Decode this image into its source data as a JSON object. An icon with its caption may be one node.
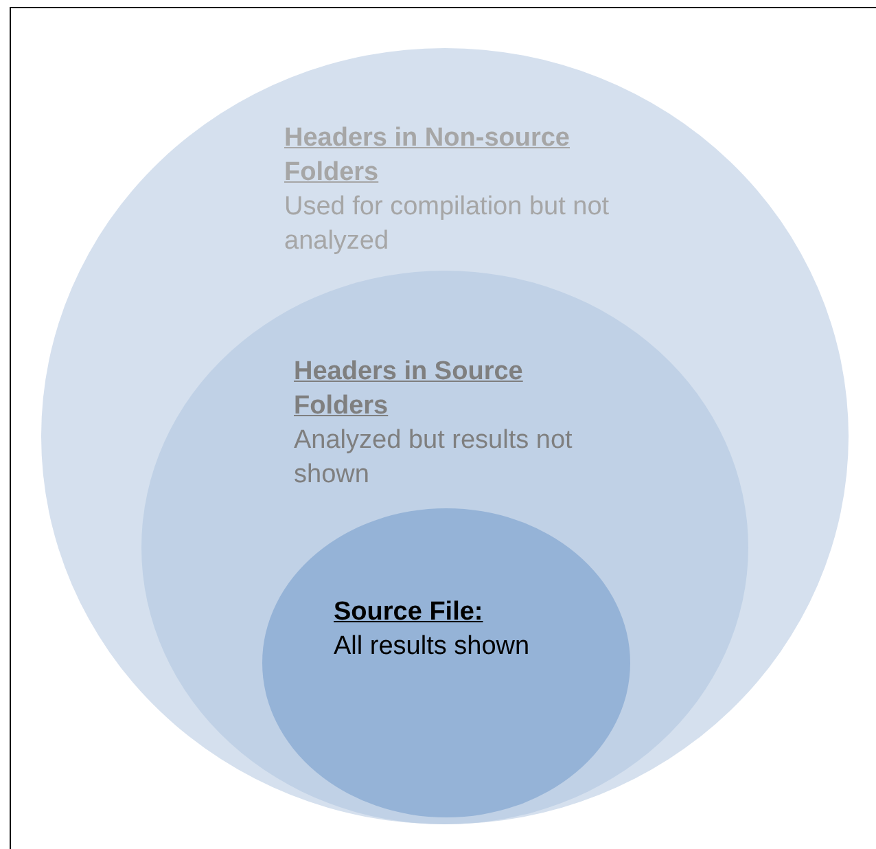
{
  "diagram": {
    "nodes": [
      {
        "text": [
          "Headers in Non-source Folders",
          "Used for compilation but not analyzed"
        ]
      },
      {
        "text": [
          "Headers in Source Folders",
          "Analyzed but results not shown"
        ],
        "in": 0
      },
      {
        "text": [
          "Source File:",
          "All results shown"
        ],
        "in": 1
      }
    ]
  }
}
